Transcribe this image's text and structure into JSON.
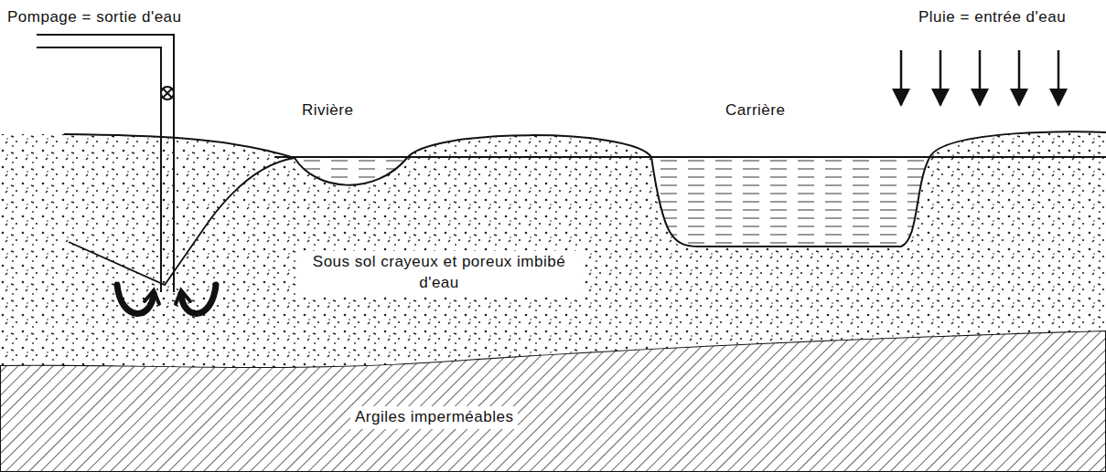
{
  "diagram": {
    "labels": [
      "Pompage = sortie d'eau",
      "Pluie = entrée d'eau",
      "Rivière",
      "Carrière",
      "Sous sol crayeux et poreux imbibé d'eau",
      "Argiles imperméables"
    ]
  }
}
